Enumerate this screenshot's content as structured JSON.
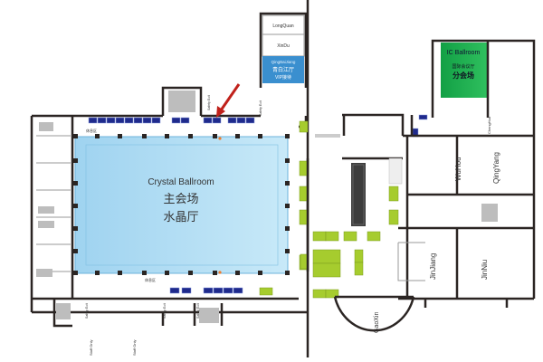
{
  "rooms": {
    "longquan": "LongQuan",
    "xindu": "XinDu",
    "qingbaijiang": "QingBaiJiang",
    "qingbaijiang_cn": "青白江厅",
    "qingbaijiang_sub": "VIP接待",
    "ic_ballroom": "IC Ballroom",
    "ic_ballroom_cn": "国际会议厅",
    "ic_ballroom_sub": "分会场",
    "crystal": "Crystal Ballroom",
    "crystal_cn1": "主会场",
    "crystal_cn2": "水晶厅",
    "wuhou": "WuHou",
    "qingyang": "QingYang",
    "chenghua": "ChengHua",
    "jinjiang": "JinJiang",
    "jinniu": "JinNiu",
    "gaoxin": "GaoXin"
  },
  "labels": {
    "safety_exit": "Safety Exit",
    "staff_only": "Staff Only",
    "rest_area": "休息区"
  },
  "colors": {
    "crystal": "#a9daf3",
    "ic": "#1aa64a",
    "vip": "#3a8fcf",
    "booth_blue": "#1f2a8c",
    "booth_green": "#a6cc2e",
    "arrow": "#c0211b"
  }
}
